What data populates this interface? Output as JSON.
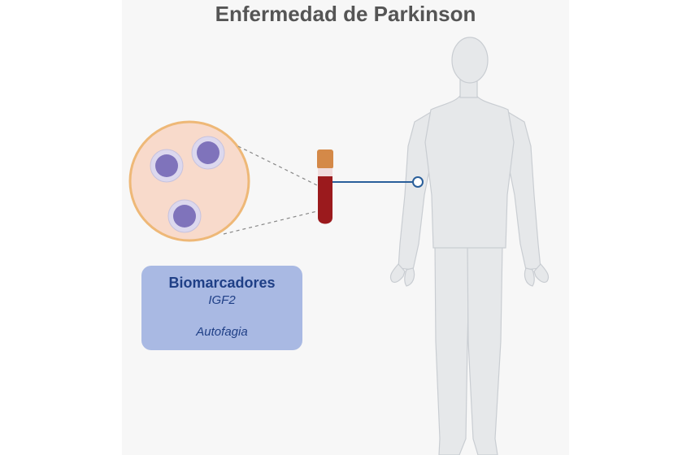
{
  "title": "Enfermedad de Parkinson",
  "biomarkers": {
    "heading": "Biomarcadores",
    "items": [
      "IGF2",
      "Autofagia"
    ]
  },
  "colors": {
    "body_silhouette": "#e6e8ea",
    "cell_circle_fill": "#f8dacb",
    "cell_circle_border": "#eeb877",
    "cell_nucleus": "#7f73bb",
    "blood_tube": "#9b1a1d",
    "tube_cap": "#d48948",
    "line": "#2a5f9a",
    "biomarker_box": "#a9b9e3",
    "biomarker_text": "#1f3f86"
  }
}
